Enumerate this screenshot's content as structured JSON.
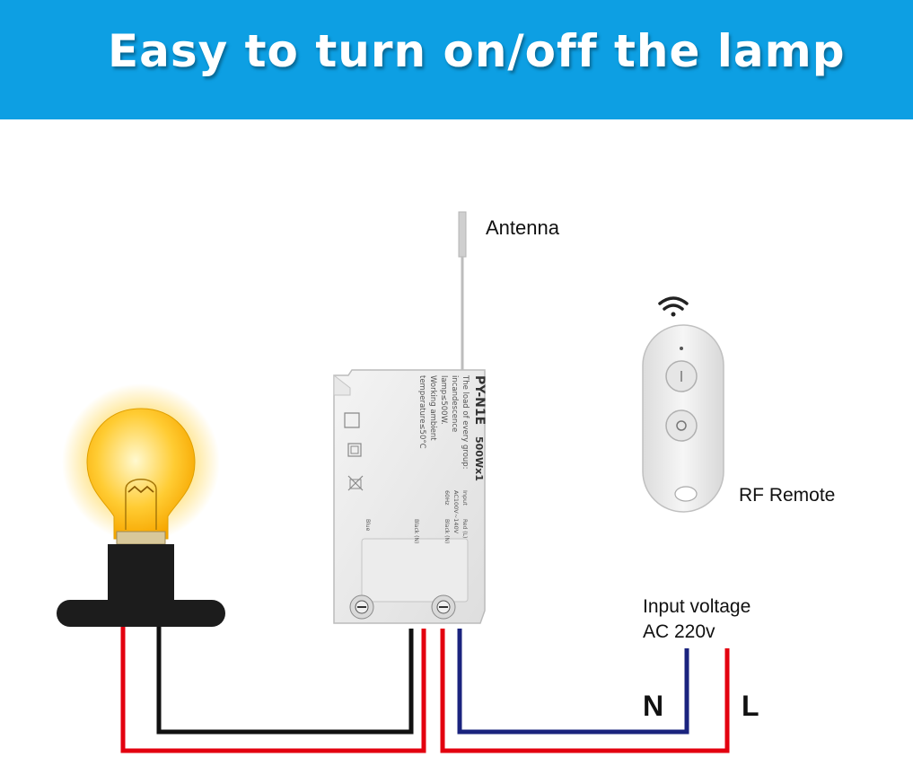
{
  "banner": {
    "title": "Easy to turn on/off the lamp",
    "background": "#0d9fe3"
  },
  "labels": {
    "antenna": "Antenna",
    "rf_remote": "RF Remote",
    "input_voltage_line1": "Input voltage",
    "input_voltage_line2": "AC 220v",
    "neutral": "N",
    "live": "L"
  },
  "module": {
    "model": "PY-N1E",
    "rating": "500Wx1",
    "spec_lines": [
      "The load of every group:",
      "incandescence",
      "lamp≤500W.",
      "Working ambient",
      "temperature≤50°C"
    ],
    "input_lines": [
      "Input",
      "AC100V~140V",
      "60Hz"
    ],
    "terminal_labels": [
      "Blue",
      "Black (N)",
      "Black (N)",
      "Red (L)"
    ]
  },
  "wire_colors": {
    "live": "#e3000f",
    "neutral": "#1a237e",
    "lamp": "#111111"
  }
}
